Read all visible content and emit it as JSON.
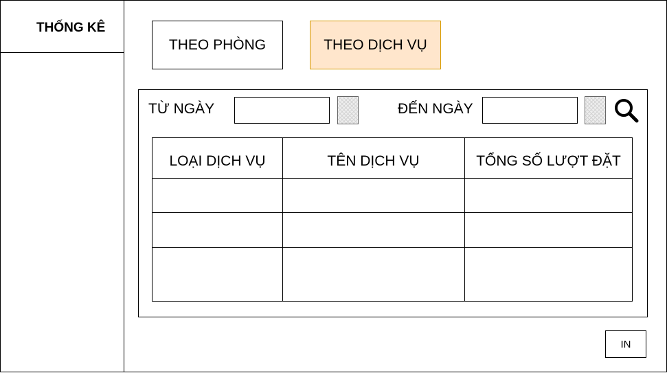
{
  "sidebar": {
    "title": "THỐNG KÊ"
  },
  "tabs": [
    {
      "label": "THEO PHÒNG"
    },
    {
      "label": "THEO DỊCH VỤ"
    }
  ],
  "filter": {
    "from_label": "TỪ NGÀY",
    "from_value": "",
    "to_label": "ĐẾN NGÀY",
    "to_value": ""
  },
  "table": {
    "headers": [
      "LOẠI DỊCH VỤ",
      "TÊN DỊCH VỤ",
      "TỔNG SỐ LƯỢT ĐẶT"
    ]
  },
  "actions": {
    "print_label": "IN"
  }
}
